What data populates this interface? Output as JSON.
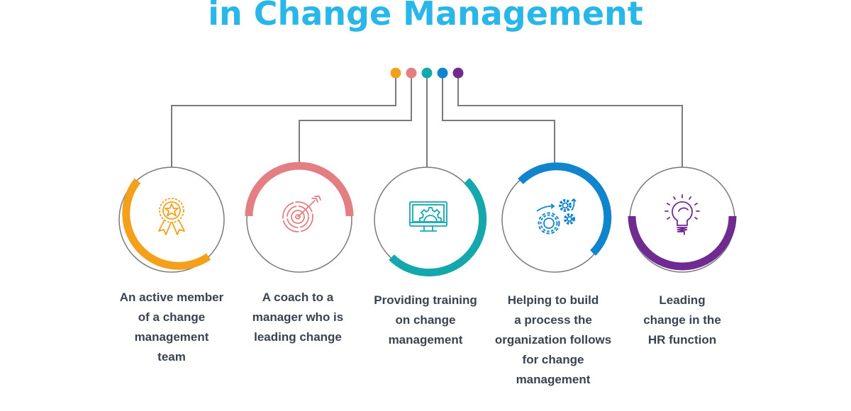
{
  "title": "in Change Management",
  "colors": {
    "title": "#29b6e8",
    "lines": "#7a7a7a",
    "text": "#3a4350"
  },
  "items": [
    {
      "id": "team-member",
      "color": "#f5a01a",
      "icon": "award-ribbon-icon",
      "caption_lines": [
        "An active member",
        "of a change",
        "management",
        "team"
      ]
    },
    {
      "id": "coach",
      "color": "#e37f82",
      "icon": "target-arrow-icon",
      "caption_lines": [
        "A coach to a",
        "manager who is",
        "leading change"
      ]
    },
    {
      "id": "training",
      "color": "#14a8ad",
      "icon": "monitor-gear-icon",
      "caption_lines": [
        "Providing training",
        "on change",
        "management"
      ]
    },
    {
      "id": "process",
      "color": "#1184d0",
      "icon": "gears-icon",
      "caption_lines": [
        "Helping to build",
        "a process the",
        "organization follows",
        "for change",
        "management"
      ]
    },
    {
      "id": "hr-function",
      "color": "#6f2b8f",
      "icon": "lightbulb-icon",
      "caption_lines": [
        "Leading",
        "change in the",
        "HR function"
      ]
    }
  ]
}
